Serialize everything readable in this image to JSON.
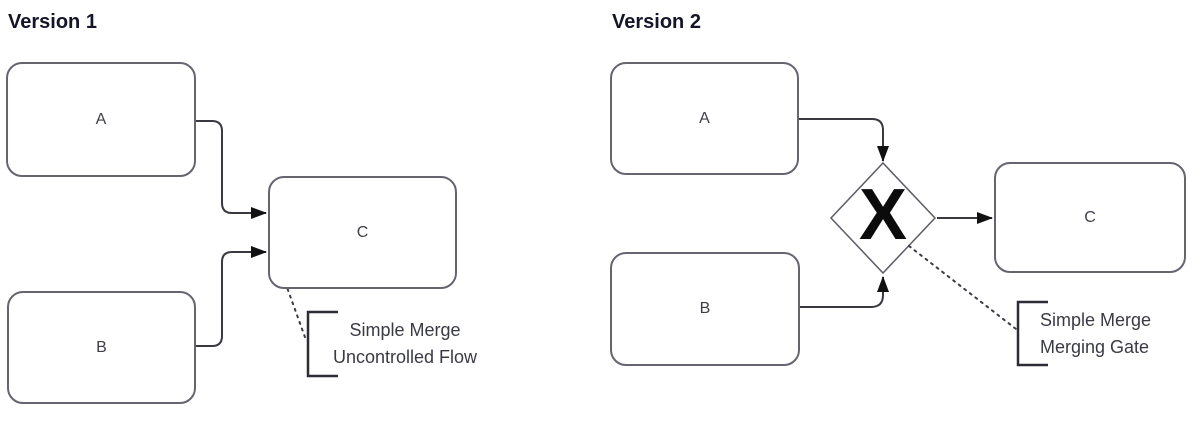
{
  "version1": {
    "title": "Version 1",
    "nodes": {
      "a": {
        "label": "A"
      },
      "b": {
        "label": "B"
      },
      "c": {
        "label": "C"
      }
    },
    "annotation": {
      "line1": "Simple Merge",
      "line2": "Uncontrolled Flow"
    }
  },
  "version2": {
    "title": "Version 2",
    "nodes": {
      "a": {
        "label": "A"
      },
      "b": {
        "label": "B"
      },
      "c": {
        "label": "C"
      }
    },
    "gateway": {
      "symbol": "X"
    },
    "annotation": {
      "line1": "Simple Merge",
      "line2": "Merging Gate"
    }
  },
  "colors": {
    "connector": "#39393f",
    "box_border": "#65656f",
    "arrowhead": "#111111",
    "dotted_leader": "#3c3c46",
    "bracket": "#2c2c36",
    "title_text": "#15152a",
    "node_text": "#3f3f4a",
    "annotation_text": "#3a3a45"
  }
}
